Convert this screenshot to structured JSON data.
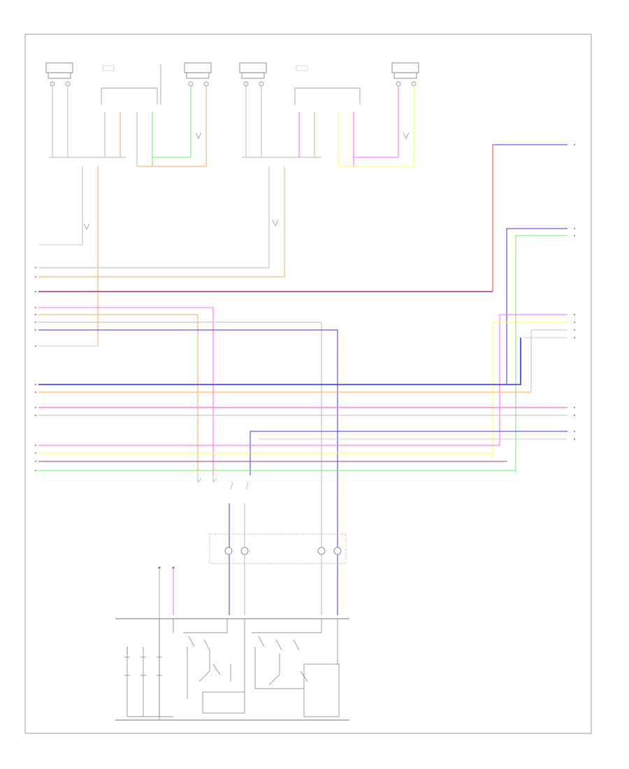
{
  "diagram": {
    "top_right_note": [
      "",
      ""
    ],
    "footer_code": "",
    "colors": {
      "blue": "#3333ff",
      "red": "#ff3333",
      "pink": "#ff66ff",
      "orange": "#ffaa55",
      "green": "#66ee66",
      "yellow": "#ffff55",
      "gray": "#bbbbbb",
      "purple": "#aa3377",
      "line": "#999999"
    },
    "components": [
      {
        "id": "left-component-1",
        "label": [
          "",
          ""
        ]
      },
      {
        "id": "left-component-2",
        "label": [
          "",
          "",
          ""
        ]
      },
      {
        "id": "left-component-3",
        "label": [
          "",
          ""
        ]
      },
      {
        "id": "right-component-1",
        "label": [
          "",
          ""
        ]
      },
      {
        "id": "right-component-2",
        "label": [
          "",
          "",
          ""
        ]
      },
      {
        "id": "right-component-3",
        "label": [
          "",
          ""
        ]
      },
      {
        "id": "lower-connector-1",
        "label": [
          "",
          ""
        ]
      },
      {
        "id": "lower-connector-2",
        "label": [
          "",
          ""
        ]
      },
      {
        "id": "lower-connector-3",
        "label": [
          "",
          ""
        ]
      },
      {
        "id": "module-bottom",
        "label": [
          "",
          ""
        ]
      },
      {
        "id": "module-left-label",
        "label": [
          "",
          ""
        ]
      }
    ],
    "left_wire_labels": [],
    "right_wire_labels": []
  }
}
